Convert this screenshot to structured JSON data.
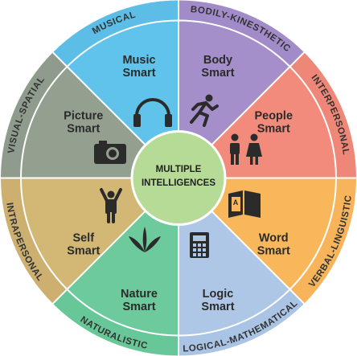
{
  "center": {
    "line1": "MULTIPLE",
    "line2": "INTELLIGENCES",
    "color": "#b6db96"
  },
  "segments": [
    {
      "id": "music",
      "category": "MUSICAL",
      "line1": "Music",
      "line2": "Smart",
      "icon": "headphones-icon",
      "color": "#5fc3ec",
      "ring_color": "#5cbde6"
    },
    {
      "id": "body",
      "category": "BODILY-KINESTHETIC",
      "line1": "Body",
      "line2": "Smart",
      "icon": "running-person-icon",
      "color": "#a58fcb",
      "ring_color": "#a28bc9"
    },
    {
      "id": "people",
      "category": "INTERPERSONAL",
      "line1": "People",
      "line2": "Smart",
      "icon": "people-icon",
      "color": "#f28b7b",
      "ring_color": "#ef8778"
    },
    {
      "id": "word",
      "category": "VERBAL-LINGUISTIC",
      "line1": "Word",
      "line2": "Smart",
      "icon": "book-icon",
      "color": "#f9b75b",
      "ring_color": "#f7b45a"
    },
    {
      "id": "logic",
      "category": "LOGICAL-MATHEMATICAL",
      "line1": "Logic",
      "line2": "Smart",
      "icon": "calculator-icon",
      "color": "#aec7e6",
      "ring_color": "#a9c4e4"
    },
    {
      "id": "nature",
      "category": "NATURALISTIC",
      "line1": "Nature",
      "line2": "Smart",
      "icon": "leaves-icon",
      "color": "#6dca9c",
      "ring_color": "#67c798"
    },
    {
      "id": "self",
      "category": "INTRAPERSONAL",
      "line1": "Self",
      "line2": "Smart",
      "icon": "person-arms-raised-icon",
      "color": "#d2b775",
      "ring_color": "#cdb070"
    },
    {
      "id": "picture",
      "category": "VISUAL-SPATIAL",
      "line1": "Picture",
      "line2": "Smart",
      "icon": "camera-icon",
      "color": "#93a090",
      "ring_color": "#8f9b8c"
    }
  ],
  "divider_color": "#ffffff",
  "ink_color": "#2b2b2b"
}
